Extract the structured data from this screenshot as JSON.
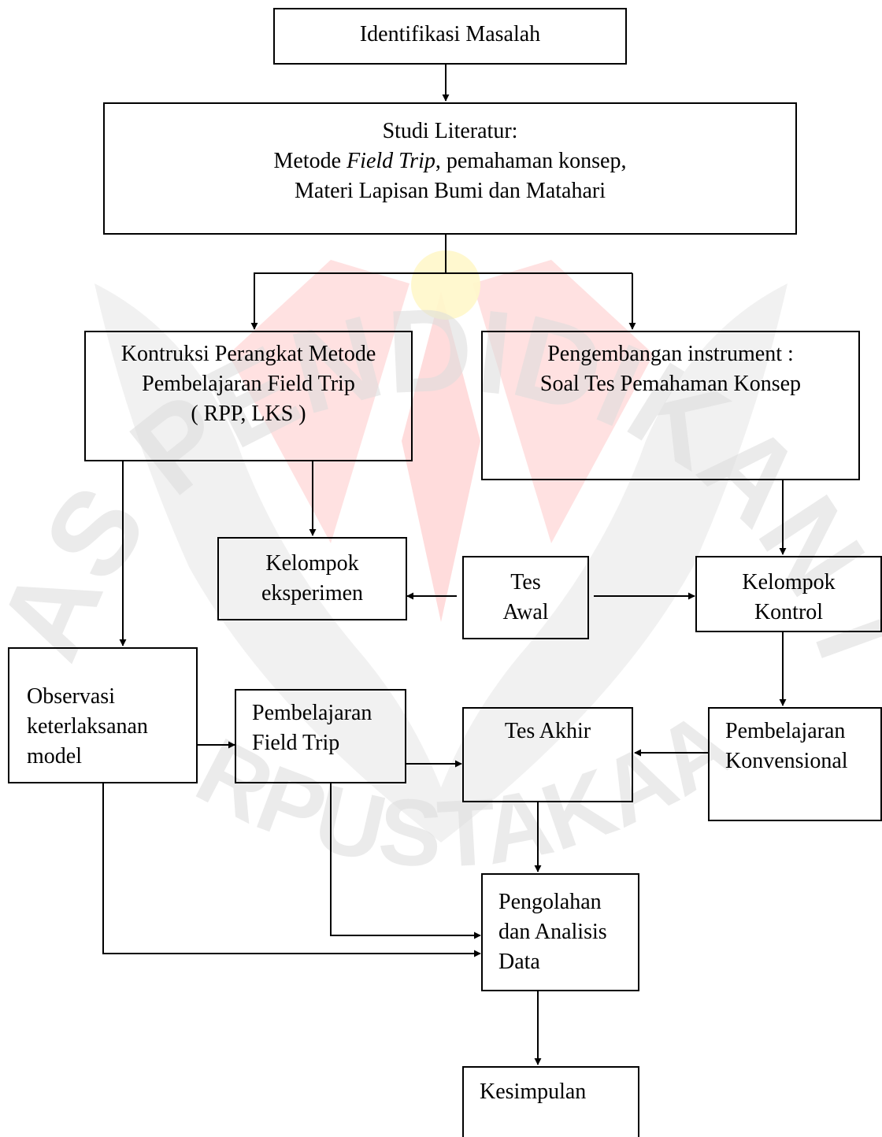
{
  "watermark": {
    "text_top": "UNIVERSITAS PENDIDIKAN INDONESIA",
    "text_bottom": "PERPUSTAKAAN",
    "colors": {
      "red": "#ff3030",
      "yellow": "#ffe23a",
      "gray": "#e4e4e4"
    }
  },
  "nodes": {
    "identifikasi": {
      "line1": "Identifikasi Masalah"
    },
    "studi": {
      "line1": "Studi Literatur:",
      "line2_pre": "Metode ",
      "line2_em": "Field Trip",
      "line2_post": ", pemahaman konsep,",
      "line3": "Materi Lapisan Bumi dan Matahari"
    },
    "konstruksi": {
      "line1": "Kontruksi Perangkat Metode",
      "line2": "Pembelajaran Field Trip",
      "line3": "( RPP, LKS )"
    },
    "pengembangan": {
      "line1": "Pengembangan instrument :",
      "line2": "Soal Tes Pemahaman Konsep"
    },
    "eksperimen": {
      "line1": "Kelompok",
      "line2": "eksperimen"
    },
    "tes_awal": {
      "line1": "Tes",
      "line2": "Awal"
    },
    "kontrol": {
      "line1": "Kelompok",
      "line2": "Kontrol"
    },
    "observasi": {
      "line1": "Observasi",
      "line2": "keterlaksanan",
      "line3": "model"
    },
    "field_trip": {
      "line1": "Pembelajaran",
      "line2": "Field Trip"
    },
    "tes_akhir": {
      "line1": "Tes Akhir"
    },
    "konvensional": {
      "line1": "Pembelajaran",
      "line2": "Konvensional"
    },
    "pengolahan": {
      "line1": "Pengolahan",
      "line2": "dan Analisis",
      "line3": "Data"
    },
    "kesimpulan": {
      "line1": "Kesimpulan"
    }
  }
}
